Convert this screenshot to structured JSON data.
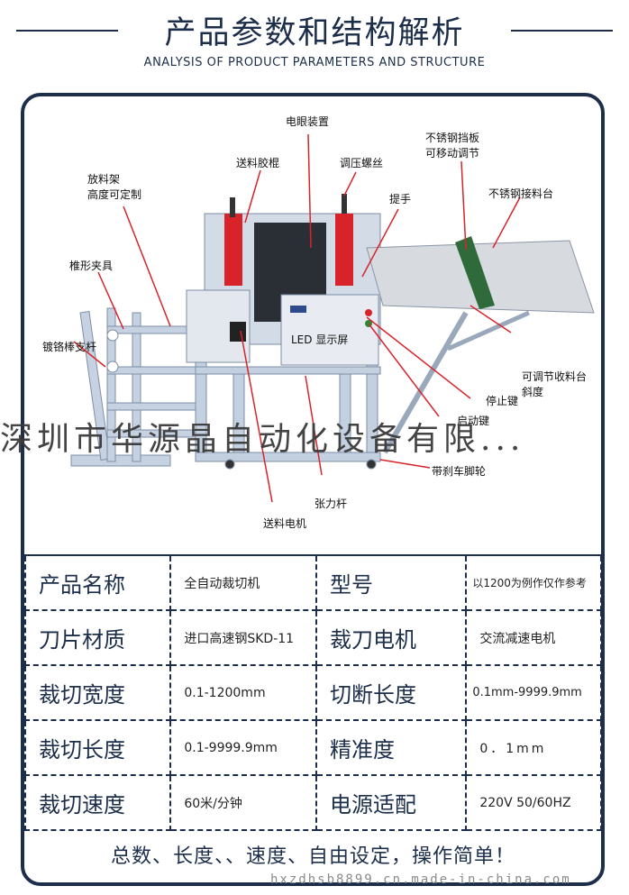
{
  "header": {
    "title": "产品参数和结构解析",
    "subtitle": "ANALYSIS OF PRODUCT PARAMETERS AND STRUCTURE"
  },
  "callouts": {
    "electric_eye": "电眼装置",
    "feed_roller": "送料胶棍",
    "pressure_screw": "调压螺丝",
    "stainless_baffle": "不锈钢挡板\n可移动调节",
    "unwind_rack": "放料架\n高度可定制",
    "handle": "提手",
    "stainless_tray": "不锈钢接料台",
    "cone_clamp": "椎形夹具",
    "chrome_rod": "镀铬棒支杆",
    "led_screen": "LED 显示屏",
    "adjustable_tray": "可调节收料台\n斜度",
    "stop_key": "停止键",
    "start_key": "启动键",
    "brake_caster": "带刹车脚轮",
    "tension_rod": "张力杆",
    "feed_motor": "送料电机"
  },
  "watermark": "深圳市华源晶自动化设备有限...",
  "specs": [
    [
      "产品名称",
      "全自动裁切机",
      "型号",
      "以1200为例作仅作参考"
    ],
    [
      "刀片材质",
      "进口高速钢SKD-11",
      "裁刀电机",
      "交流减速电机"
    ],
    [
      "裁切宽度",
      "0.1-1200mm",
      "切断长度",
      "0.1mm-9999.9mm"
    ],
    [
      "裁切长度",
      "0.1-9999.9mm",
      "精准度",
      "0．1mm"
    ],
    [
      "裁切速度",
      "60米/分钟",
      "电源适配",
      "220V 50/60HZ"
    ]
  ],
  "footer": "总数、长度、、速度、自由设定，操作简单！",
  "url": "hxzdhsb8899.cn.made-in-china.com",
  "colors": {
    "navy": "#1c2e4a",
    "frame_blue": "#b8c6d9",
    "red_roller": "#d9232b",
    "green_baffle": "#2f6b3a"
  }
}
